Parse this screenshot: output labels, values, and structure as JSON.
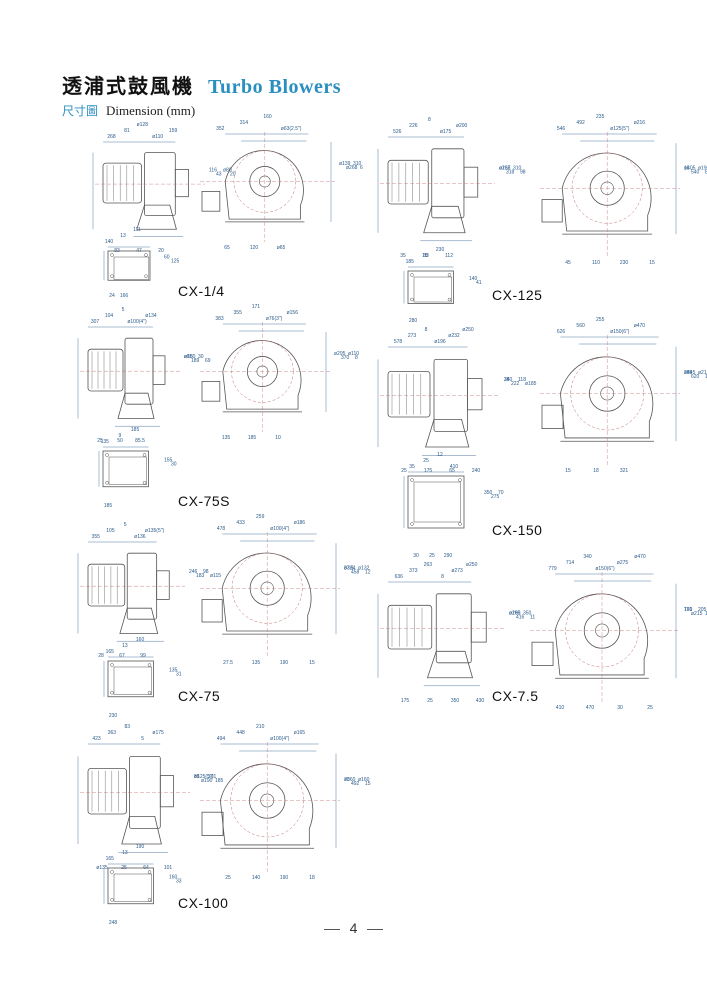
{
  "header": {
    "title_cn": "透浦式鼓風機",
    "title_en": "Turbo Blowers",
    "subtitle_cn": "尺寸圖",
    "subtitle_en": "Dimension (mm)"
  },
  "colors": {
    "accent": "#2a8fc0",
    "dimension": "#2a5a8a",
    "line": "#555555"
  },
  "models": [
    {
      "name": "CX-1/4",
      "side": [
        "268",
        "81",
        "ø128",
        "ø110",
        "159",
        "116",
        "43",
        "ø80",
        "20",
        "83",
        "47",
        "20"
      ],
      "front": [
        "352",
        "314",
        "160",
        "ø63(2.5\")",
        "ø139",
        "ø268",
        "310",
        "6",
        "65",
        "120",
        "ø65"
      ],
      "base": [
        "140",
        "13",
        "111",
        "60",
        "125",
        "24",
        "166"
      ]
    },
    {
      "name": "CX-125",
      "side": [
        "526",
        "226",
        "8",
        "ø175",
        "ø200",
        "ø237",
        "318",
        "310",
        "98",
        "ø165",
        "35",
        "83",
        "112"
      ],
      "front": [
        "546",
        "492",
        "235",
        "ø125(5\")",
        "ø216",
        "ø405",
        "540",
        "ø190",
        "80",
        "15",
        "45",
        "110",
        "230",
        "15"
      ],
      "base": [
        "185",
        "18",
        "230",
        "140",
        "41",
        "280"
      ]
    },
    {
      "name": "CX-75S",
      "side": [
        "307",
        "104",
        "5",
        "ø100(4\")",
        "ø134",
        "ø180",
        "189",
        "30",
        "69",
        "ø85",
        "25",
        "50",
        "85.5"
      ],
      "front": [
        "383",
        "355",
        "171",
        "ø76(3\")",
        "ø156",
        "ø295",
        "370",
        "ø110",
        "8",
        "135",
        "185",
        "10"
      ],
      "base": [
        "135",
        "9",
        "185",
        "155",
        "30",
        "185"
      ]
    },
    {
      "name": "CX-150",
      "side": [
        "578",
        "273",
        "8",
        "ø196",
        "ø232",
        "ø250",
        "340",
        "222",
        "118",
        "ø185",
        "25",
        "25",
        "175",
        "65",
        "240"
      ],
      "front": [
        "626",
        "560",
        "255",
        "ø150(6\")",
        "ø470",
        "ø445",
        "620",
        "ø215",
        "175",
        "255",
        "15",
        "18",
        "321"
      ],
      "base": [
        "35",
        "25",
        "12",
        "410",
        "350",
        "275",
        "70",
        "30",
        "25",
        "290"
      ]
    },
    {
      "name": "CX-75",
      "side": [
        "355",
        "105",
        "5",
        "ø136",
        "ø135(5\")",
        "246",
        "183",
        "98",
        "ø115",
        "28",
        "67",
        "99"
      ],
      "front": [
        "478",
        "433",
        "259",
        "ø100(4\")",
        "ø186",
        "ø384",
        "458",
        "ø132",
        "12",
        "87.5",
        "27.5",
        "135",
        "190",
        "15"
      ],
      "base": [
        "165",
        "13",
        "160",
        "135",
        "31",
        "230"
      ]
    },
    {
      "name": "CX-7.5",
      "side": [
        "636",
        "373",
        "263",
        "8",
        "ø273",
        "ø250",
        "ø290",
        "416",
        "350",
        "11",
        "ø185",
        "175",
        "25",
        "350",
        "430"
      ],
      "front": [
        "779",
        "714",
        "340",
        "ø150(6\")",
        "ø275",
        "ø470",
        "760",
        "ø215",
        "205",
        "15",
        "171",
        "410",
        "470",
        "30",
        "25"
      ]
    },
    {
      "name": "CX-100",
      "side": [
        "423",
        "363",
        "83",
        "5",
        "ø175",
        "ø125(5\")",
        "ø190",
        "301",
        "185",
        "88",
        "ø135",
        "25",
        "64",
        "101"
      ],
      "front": [
        "494",
        "448",
        "210",
        "ø100(4\")",
        "ø165",
        "ø360",
        "492",
        "ø160",
        "15",
        "70",
        "25",
        "140",
        "190",
        "18"
      ],
      "base": [
        "165",
        "13",
        "190",
        "160",
        "33",
        "248"
      ]
    }
  ],
  "footer": {
    "page": "4"
  }
}
